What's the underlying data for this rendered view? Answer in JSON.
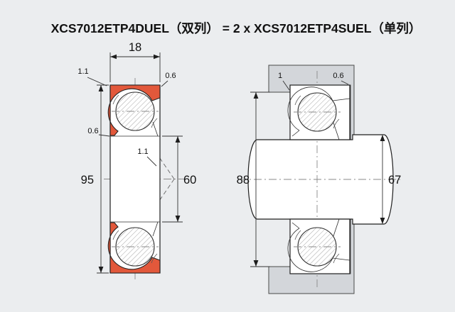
{
  "title": "XCS7012ETP4DUEL（双列） = 2 x XCS7012ETP4SUEL（单列）",
  "left_view": {
    "dim_width": "18",
    "dim_chamfer_top_left": "1.1",
    "dim_chamfer_top_right": "0.6",
    "dim_chamfer_left": "0.6",
    "dim_outer_diameter": "95",
    "dim_bore_diameter": "60",
    "dim_offset": "1.1"
  },
  "right_view": {
    "dim_fillet_left": "1",
    "dim_fillet_right": "0.6",
    "dim_housing_shoulder": "88",
    "dim_shaft_shoulder": "67"
  },
  "colors": {
    "background": "#ebedef",
    "ring_highlight": "#e2583b",
    "housing_gray": "#d3d6da",
    "line": "#1f1f1f"
  }
}
